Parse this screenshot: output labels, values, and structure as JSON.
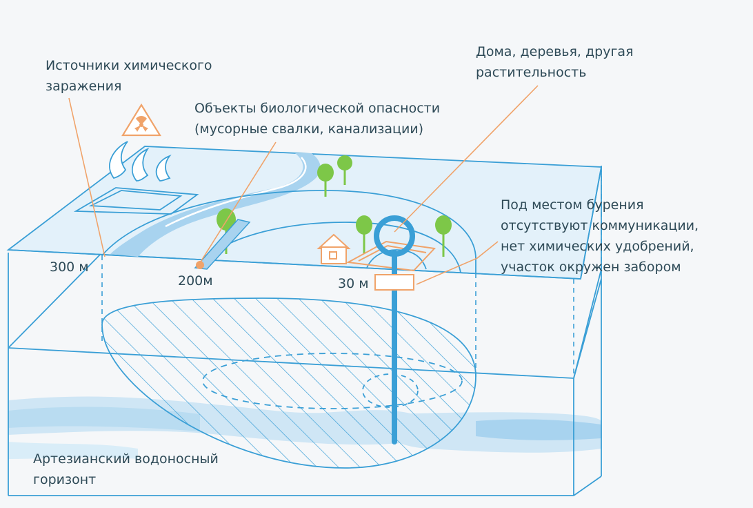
{
  "labels": {
    "chemical": [
      "Источники химического",
      "заражения"
    ],
    "biological": [
      "Объекты биологической опасности",
      "(мусорные свалки, канализации)"
    ],
    "houses": [
      "Дома, деревья, другая",
      "растительность"
    ],
    "drilling": [
      "Под местом бурения",
      "отсутствуют коммуникации,",
      "нет химических удобрений,",
      "участок окружен забором"
    ],
    "aquifer": [
      "Артезианский водоносный",
      "горизонт"
    ]
  },
  "distances": {
    "outer": "300 м",
    "middle": "200м",
    "inner": "30 м"
  },
  "icons": {
    "hazard": "radiation-warning-icon",
    "steam": "chemical-fumes-icon",
    "tree": "tree-icon",
    "house": "house-icon",
    "well": "well-icon"
  },
  "colors": {
    "line_blue": "#3a9fd6",
    "water_light": "#cfe6f5",
    "water_mid": "#a8d3ef",
    "accent_orange": "#f0a36a",
    "tree_green": "#7dc748",
    "text": "#2e4a57"
  }
}
